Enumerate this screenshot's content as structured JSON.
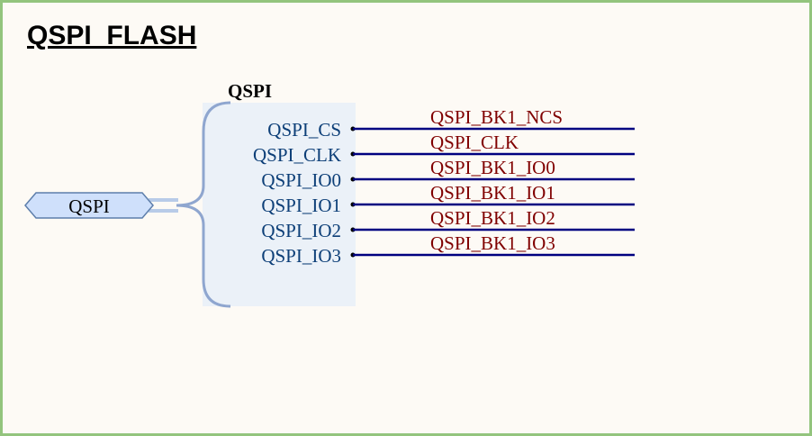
{
  "sheet": {
    "title": "QSPI_FLASH"
  },
  "harness": {
    "name": "QSPI",
    "port_label": "QSPI",
    "pins": [
      "QSPI_CS",
      "QSPI_CLK",
      "QSPI_IO0",
      "QSPI_IO1",
      "QSPI_IO2",
      "QSPI_IO3"
    ]
  },
  "nets": [
    "QSPI_BK1_NCS",
    "QSPI_CLK",
    "QSPI_BK1_IO0",
    "QSPI_BK1_IO1",
    "QSPI_BK1_IO2",
    "QSPI_BK1_IO3"
  ],
  "colors": {
    "frame": "#93c47d",
    "background": "#fdfaf5",
    "pin_text": "#0d3f78",
    "net_text": "#800000",
    "wire": "#000080",
    "harness_fill": "#ebf1f8",
    "harness_border": "#8fa6cf",
    "port_fill": "#cfe0fb"
  }
}
